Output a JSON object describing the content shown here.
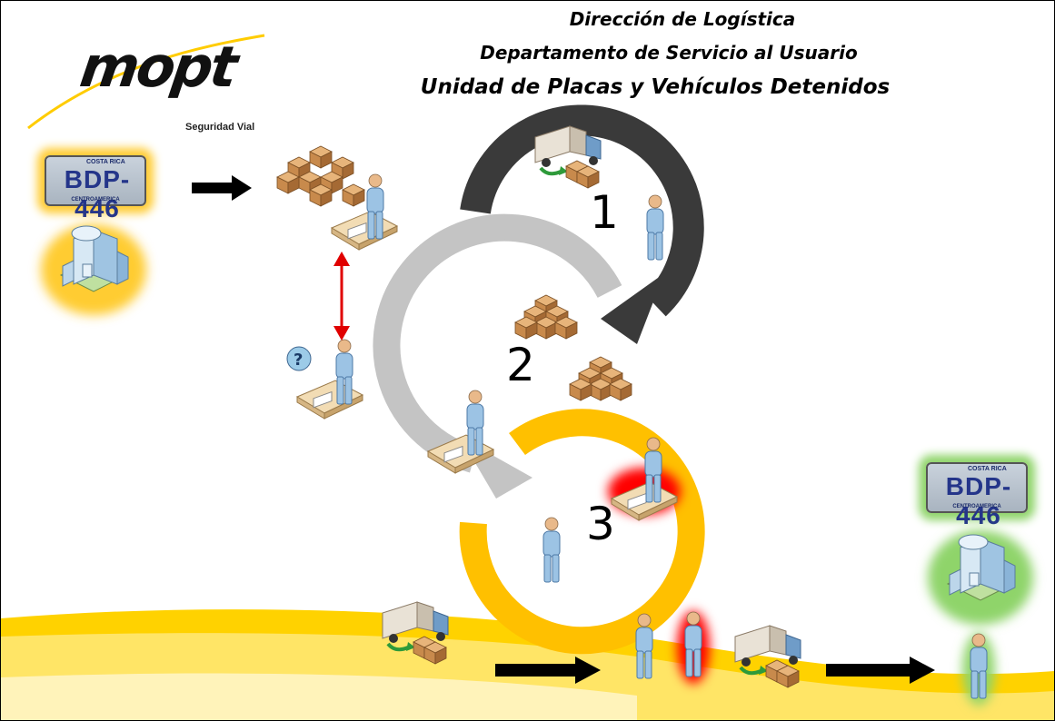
{
  "header": {
    "line1": "Dirección de Logística",
    "line2": "Departamento de Servicio al Usuario",
    "line3": "Unidad de Placas y Vehículos Detenidos"
  },
  "logo": {
    "word": "mopt",
    "subtitle": "Seguridad Vial"
  },
  "plate": {
    "top_text": "COSTA RICA",
    "number": "BDP-446",
    "bottom_text": "CENTROAMERICA"
  },
  "steps": [
    "1",
    "2",
    "3"
  ],
  "colors": {
    "ring1": "#3a3a3a",
    "ring2": "#c4c4c4",
    "ring3": "#ffc000",
    "arrow": "#000000",
    "double_arrow": "#e00000",
    "highlight_red": "#ff0000",
    "highlight_green": "#8fd46a",
    "highlight_yellow": "#ffcc33",
    "swoosh": "#ffd200"
  },
  "icons": [
    "license-plate-icon",
    "building-icon",
    "boxes-icon",
    "clerk-desk-icon",
    "help-desk-icon",
    "truck-icon",
    "person-icon"
  ]
}
